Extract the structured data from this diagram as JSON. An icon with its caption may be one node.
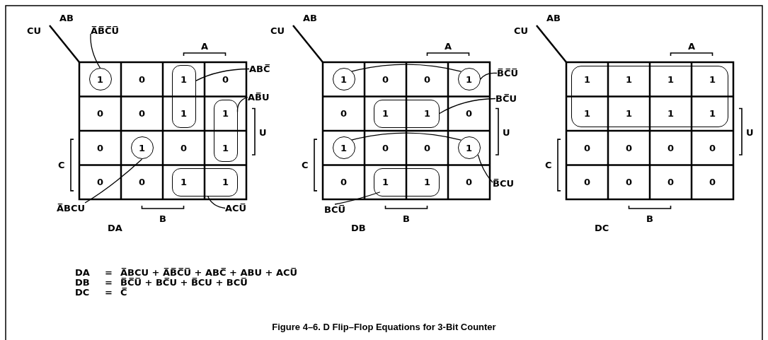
{
  "diagram": {
    "caption": "Figure 4–6. D Flip–Flop Equations for 3-Bit Counter",
    "nodes": [
      {
        "text": [
          "A̅B̅C̅U̅"
        ]
      },
      {
        "text": [],
        "shape": "circle"
      },
      {
        "text": [
          "ABC̅"
        ]
      },
      {
        "text": [],
        "shape": "box"
      },
      {
        "text": [
          "AB̅U"
        ]
      },
      {
        "text": [],
        "shape": "box"
      },
      {
        "text": [],
        "shape": "circle"
      },
      {
        "text": [
          "A̅BCU"
        ]
      },
      {
        "text": [],
        "shape": "box"
      },
      {
        "text": [
          "ACU̅"
        ]
      },
      {
        "text": [],
        "shape": "circle"
      },
      {
        "text": [],
        "shape": "circle"
      },
      {
        "text": [
          "B̅C̅U̅"
        ]
      },
      {
        "text": [],
        "shape": "box"
      },
      {
        "text": [
          "BC̅U"
        ]
      },
      {
        "text": [],
        "shape": "circle"
      },
      {
        "text": [],
        "shape": "circle"
      },
      {
        "text": [
          "B̅CU"
        ]
      },
      {
        "text": [],
        "shape": "box"
      },
      {
        "text": [
          "BCU̅"
        ]
      },
      {
        "text": [],
        "shape": "box"
      }
    ],
    "edges": [
      {
        "from": 0,
        "to": 1,
        "arrow": "none"
      },
      {
        "from": 2,
        "to": 3,
        "arrow": "none"
      },
      {
        "from": 4,
        "to": 5,
        "arrow": "none"
      },
      {
        "from": 7,
        "to": 6,
        "arrow": "none"
      },
      {
        "from": 9,
        "to": 8,
        "arrow": "none"
      },
      {
        "from": 10,
        "to": 11,
        "arrow": "none"
      },
      {
        "from": 12,
        "to": 11,
        "arrow": "none"
      },
      {
        "from": 14,
        "to": 13,
        "arrow": "none"
      },
      {
        "from": 15,
        "to": 16,
        "arrow": "none"
      },
      {
        "from": 17,
        "to": 16,
        "arrow": "none"
      },
      {
        "from": 19,
        "to": 18,
        "arrow": "none"
      }
    ],
    "labels": [
      "AB",
      "CU",
      "A",
      "U",
      "C",
      "B",
      "1",
      "0",
      "1",
      "0",
      "0",
      "0",
      "1",
      "1",
      "0",
      "1",
      "0",
      "1",
      "0",
      "0",
      "1",
      "1",
      "DA",
      "AB",
      "CU",
      "A",
      "U",
      "C",
      "B",
      "1",
      "0",
      "0",
      "1",
      "0",
      "1",
      "1",
      "0",
      "1",
      "0",
      "0",
      "1",
      "0",
      "1",
      "1",
      "0",
      "DB",
      "AB",
      "CU",
      "A",
      "U",
      "C",
      "B",
      "1",
      "1",
      "1",
      "1",
      "1",
      "1",
      "1",
      "1",
      "0",
      "0",
      "0",
      "0",
      "0",
      "0",
      "0",
      "0",
      "DC",
      "DA",
      "=",
      "A̅BCU + A̅B̅C̅U̅ + ABC̅ + ABU + ACU̅",
      "DB",
      "=",
      "B̅C̅U̅ + BC̅U + B̅CU + BCU̅",
      "DC",
      "=",
      "C̅"
    ]
  }
}
